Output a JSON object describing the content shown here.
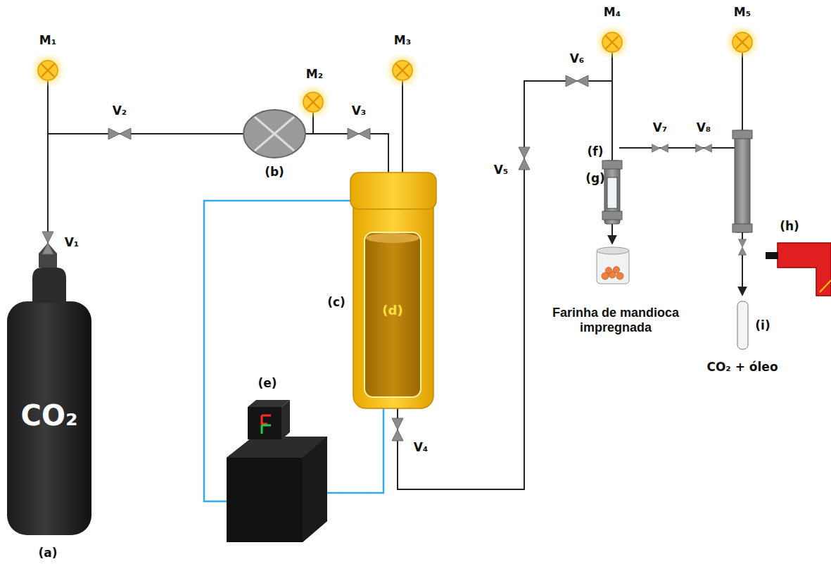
{
  "diagram": {
    "nodes": [
      {
        "text": [
          "CO₂"
        ]
      },
      {
        "text": [
          "(d)"
        ]
      }
    ],
    "labels": [
      "M₁",
      "V₂",
      "M₂",
      "M₃",
      "V₃",
      "(b)",
      "V₁",
      "(c)",
      "(e)",
      "V₄",
      "(a)",
      "V₅",
      "V₆",
      "M₄",
      "M₅",
      "V₇",
      "V₈",
      "(f)",
      "(g)",
      "(h)",
      "(i)",
      "Farinha de mandioca impregnada",
      "CO₂ + óleo"
    ]
  }
}
